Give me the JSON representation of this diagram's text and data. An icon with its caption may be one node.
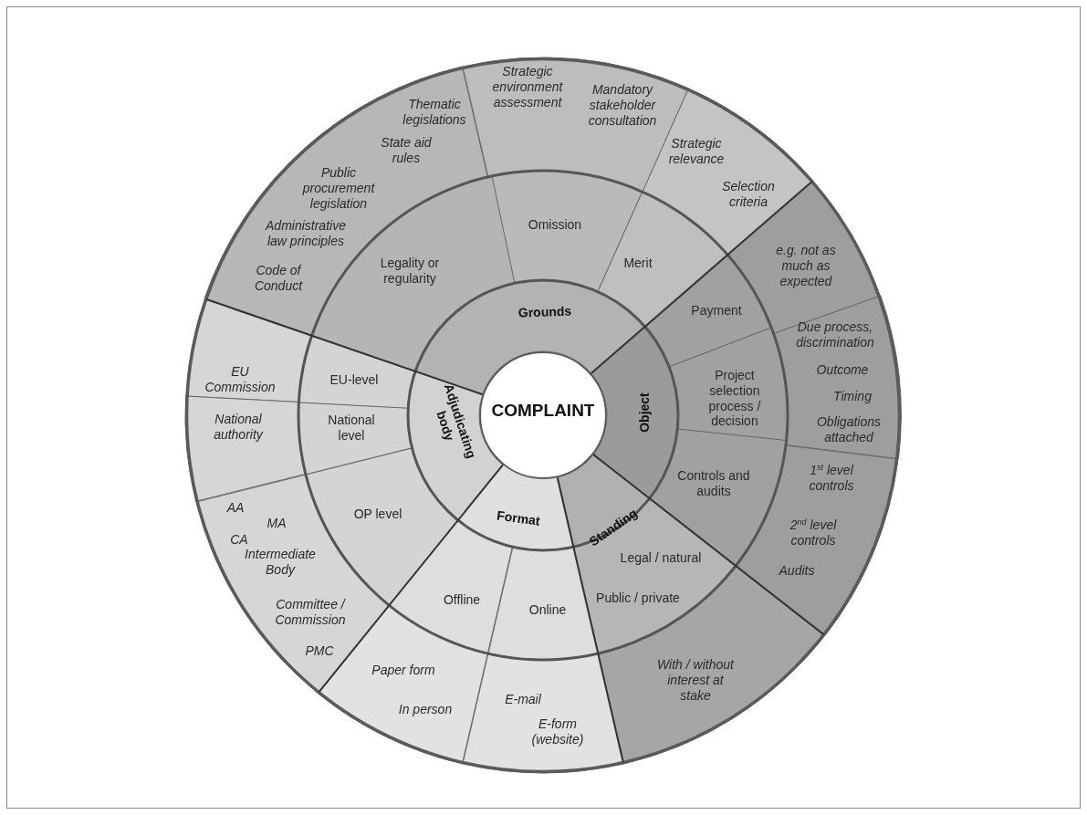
{
  "diagram": {
    "nodes": [
      {
        "text": [
          "COMPLAINT"
        ]
      },
      {
        "text": [
          "Grounds"
        ]
      },
      {
        "text": [
          "Object"
        ]
      },
      {
        "text": [
          "Standing"
        ]
      },
      {
        "text": [
          "Format"
        ]
      },
      {
        "text": [
          "Adjudicating body"
        ]
      },
      {
        "text": [
          "Legality or regularity"
        ]
      },
      {
        "text": [
          "Omission"
        ]
      },
      {
        "text": [
          "Merit"
        ]
      },
      {
        "text": [
          "Payment"
        ]
      },
      {
        "text": [
          "Project selection process / decision"
        ]
      },
      {
        "text": [
          "Controls and audits"
        ]
      },
      {
        "text": [
          "Legal / natural",
          "Public / private"
        ]
      },
      {
        "text": [
          "Offline"
        ]
      },
      {
        "text": [
          "Online"
        ]
      },
      {
        "text": [
          "EU-level"
        ]
      },
      {
        "text": [
          "National level"
        ]
      },
      {
        "text": [
          "OP level"
        ]
      },
      {
        "text": [
          "Thematic legislations",
          "State aid rules",
          "Public procurement legislation",
          "Administrative law principles",
          "Code of Conduct"
        ]
      },
      {
        "text": [
          "Strategic environment assessment",
          "Mandatory stakeholder consultation"
        ]
      },
      {
        "text": [
          "Strategic relevance",
          "Selection criteria"
        ]
      },
      {
        "text": [
          "e.g. not as much as expected"
        ]
      },
      {
        "text": [
          "Due process, discrimination",
          "Outcome",
          "Timing",
          "Obligations attached"
        ]
      },
      {
        "text": [
          "1$^{st}$ level controls",
          "2$^{nd}$ level controls",
          "Audits"
        ]
      },
      {
        "text": [
          "With / without interest at stake"
        ]
      },
      {
        "text": [
          "Paper form",
          "In person"
        ]
      },
      {
        "text": [
          "E-mail",
          "E-form (website)"
        ]
      },
      {
        "text": [
          "EU Commission"
        ]
      },
      {
        "text": [
          "National authority"
        ]
      },
      {
        "text": [
          "AA",
          "MA",
          "CA",
          "Intermediate Body",
          "Committee / Commission",
          "PMC"
        ]
      }
    ]
  }
}
